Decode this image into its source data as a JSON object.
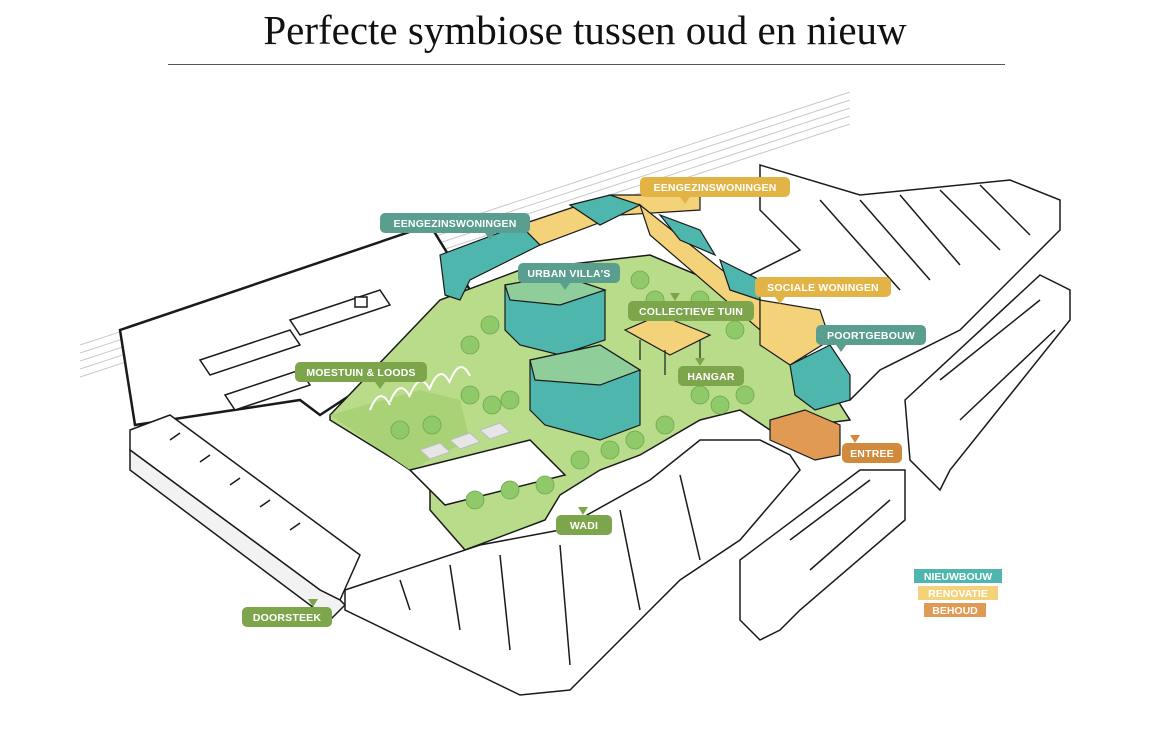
{
  "title": "Perfecte symbiose tussen oud en nieuw",
  "colors": {
    "nieuwbouw": "#4fb6ad",
    "renovatie": "#f3d27a",
    "behoud": "#e19a53",
    "green_area": "#b9dc8a",
    "label_green": "#7da64c",
    "label_teal": "#5a9e8f",
    "label_yellow": "#e2b446",
    "label_orange": "#d18a3c",
    "building_outline": "#1a1a1a",
    "building_fill": "#ffffff",
    "tree": "#8fc969"
  },
  "labels": {
    "eengezins_left": "EENGEZINSWONINGEN",
    "eengezins_top": "EENGEZINSWONINGEN",
    "urban_villas": "URBAN VILLA'S",
    "sociale_woningen": "SOCIALE WONINGEN",
    "collectieve_tuin": "COLLECTIEVE TUIN",
    "poortgebouw": "POORTGEBOUW",
    "moestuin": "MOESTUIN & LOODS",
    "hangar": "HANGAR",
    "entree": "ENTREE",
    "wadi": "WADI",
    "doorsteek": "DOORSTEEK"
  },
  "legend": {
    "nieuwbouw": "NIEUWBOUW",
    "renovatie": "RENOVATIE",
    "behoud": "BEHOUD"
  }
}
